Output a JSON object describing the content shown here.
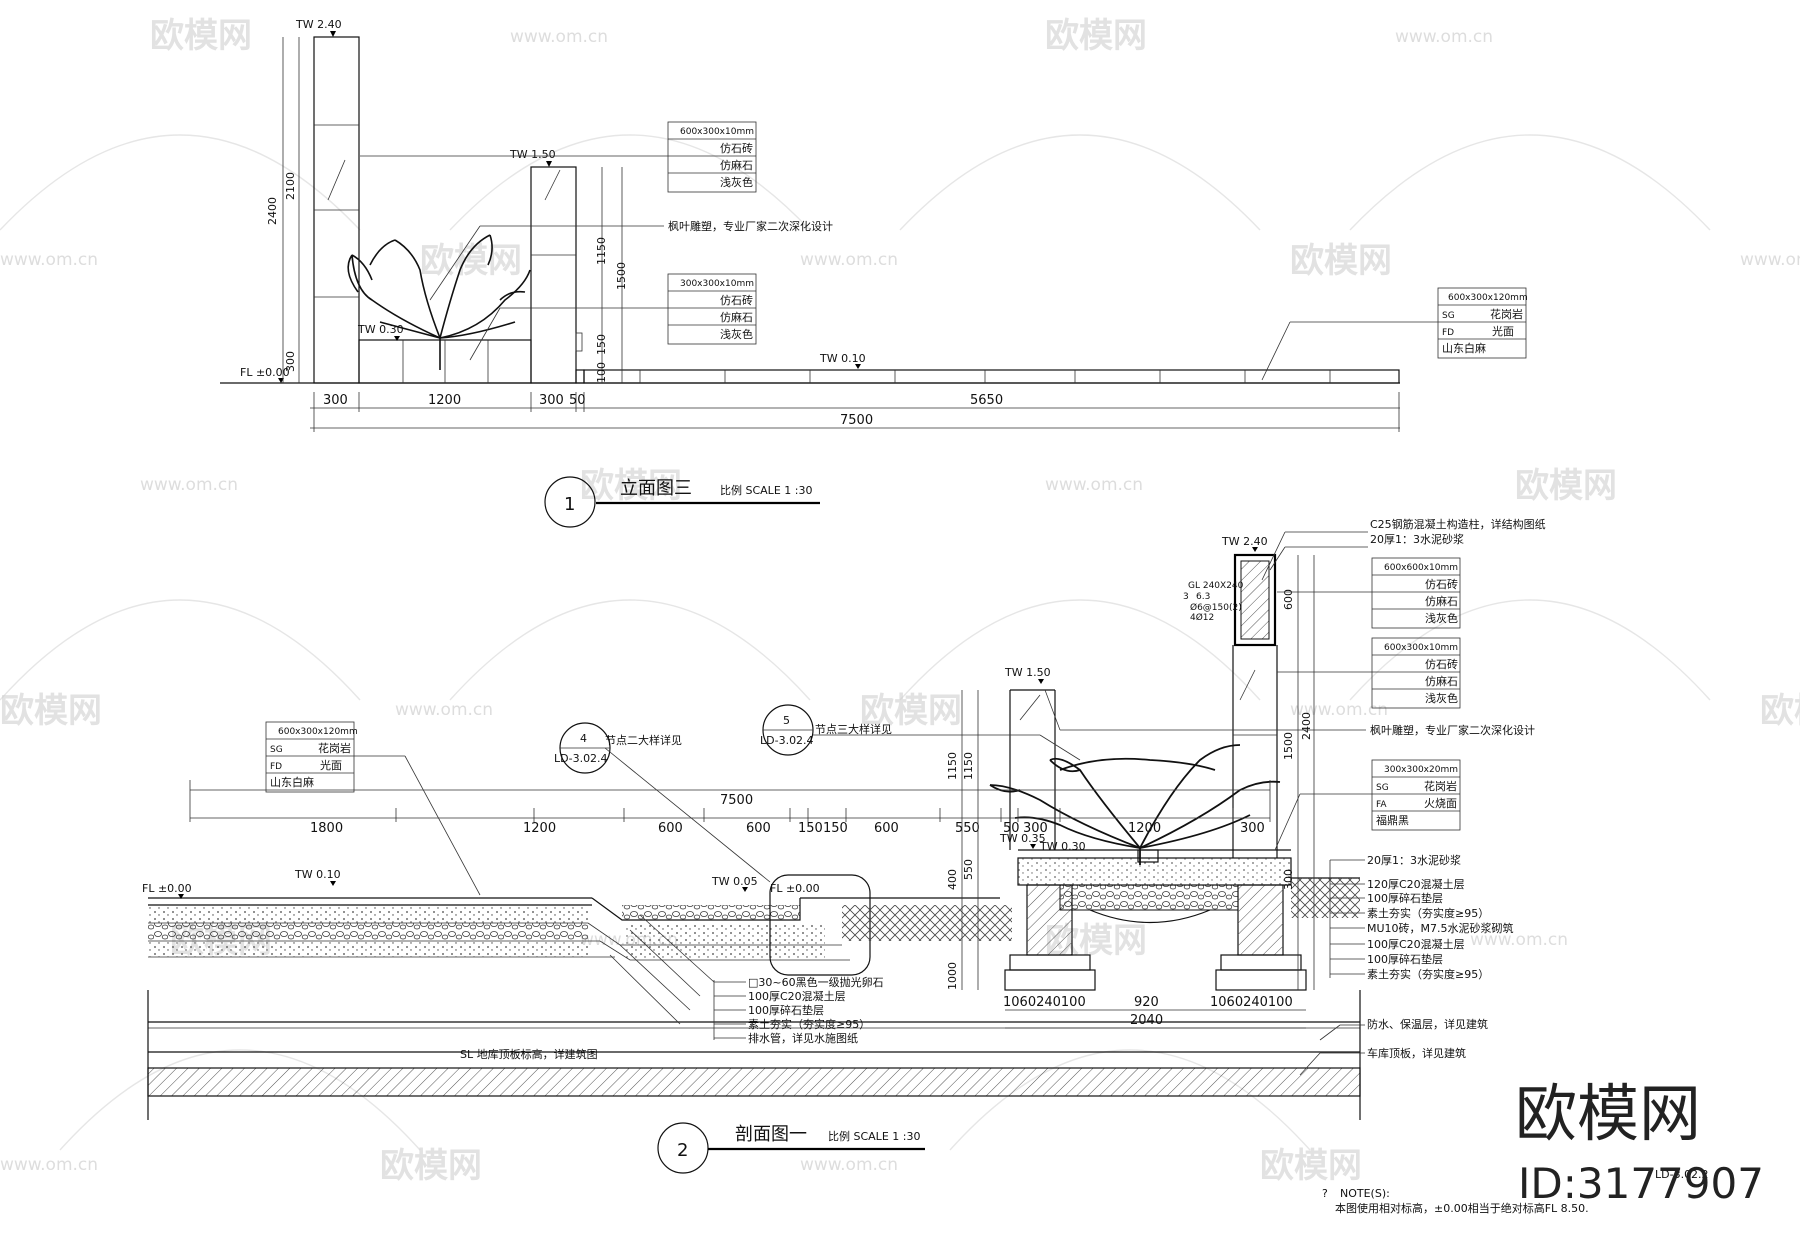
{
  "elev": {
    "tw240": "TW 2.40",
    "tw150": "TW 1.50",
    "tw030": "TW 0.30",
    "tw010": "TW 0.10",
    "fl000": "FL ±0.00",
    "v2400": "2400",
    "v2100": "2100",
    "v300": "300",
    "v1150": "1150",
    "v1500": "1500",
    "v100": "100",
    "v150": "150",
    "d300a": "300",
    "d1200": "1200",
    "d300b": "300",
    "d50": "50",
    "d5650": "5650",
    "d7500": "7500",
    "tag1_spec": "600x300x10mm",
    "tag1_r1": "仿石砖",
    "tag1_r2": "仿麻石",
    "tag1_r3": "浅灰色",
    "sculpture": "枫叶雕塑，专业厂家二次深化设计",
    "tag2_spec": "300x300x10mm",
    "tag2_r1": "仿石砖",
    "tag2_r2": "仿麻石",
    "tag2_r3": "浅灰色",
    "tag3_spec": "600x300x120mm",
    "tag3_a1": "SG",
    "tag3_b1": "花岗岩",
    "tag3_a2": "FD",
    "tag3_b2": "光面",
    "tag3_r3": "山东白麻",
    "num": "1",
    "title": "立面图三",
    "scale": "比例 SCALE 1 :30"
  },
  "sect": {
    "tagL_spec": "600x300x120mm",
    "tagL_a1": "SG",
    "tagL_b1": "花岗岩",
    "tagL_a2": "FD",
    "tagL_b2": "光面",
    "tagL_r3": "山东白麻",
    "node4_num": "4",
    "node4_ref": "LD-3.02.4",
    "node4_label": "节点二大样详见",
    "node5_num": "5",
    "node5_ref": "LD-3.02.4",
    "node5_label": "节点三大样详见",
    "d7500": "7500",
    "d1800": "1800",
    "d1200": "1200",
    "d600a": "600",
    "d600b": "600",
    "d150a": "150",
    "d150b": "150",
    "d600c": "600",
    "d550": "550",
    "d50": "50",
    "d300a": "300",
    "d1200b": "1200",
    "d300b": "300",
    "tw010": "TW 0.10",
    "fl000": "FL ±0.00",
    "tw005": "TW 0.05",
    "fl000b": "FL ±0.00",
    "tw035": "TW 0.35",
    "tw030": "TW 0.30",
    "tw150": "TW 1.50",
    "tw240": "TW 2.40",
    "v1150a": "1150",
    "v1150b": "1150",
    "v1500": "1500",
    "v2400": "2400",
    "v600": "600",
    "v400": "400",
    "v300": "300",
    "v550": "550",
    "v1000": "1000",
    "d920": "920",
    "d2040": "2040",
    "dL": "1060240100",
    "dR": "1060240100",
    "c1": "C25钢筋混凝土构造柱，详结构图纸",
    "c2": "20厚1：3水泥砂浆",
    "col1": "3",
    "col2": "6.3",
    "col3": "Ø6@150(2)",
    "col4": "4Ø12",
    "col5": "GL 240X240",
    "tagA_spec": "600x600x10mm",
    "tagA_r1": "仿石砖",
    "tagA_r2": "仿麻石",
    "tagA_r3": "浅灰色",
    "tagB_spec": "600x300x10mm",
    "tagB_r1": "仿石砖",
    "tagB_r2": "仿麻石",
    "tagB_r3": "浅灰色",
    "sculpture": "枫叶雕塑，专业厂家二次深化设计",
    "tagC_spec": "300x300x20mm",
    "tagC_a1": "SG",
    "tagC_b1": "花岗岩",
    "tagC_a2": "FA",
    "tagC_b2": "火烧面",
    "tagC_r3": "福鼎黑",
    "r1": "20厚1：3水泥砂浆",
    "r2": "120厚C20混凝土层",
    "r3": "100厚碎石垫层",
    "r4": "素土夯实（夯实度≥95）",
    "r5": "MU10砖，M7.5水泥砂浆砌筑",
    "r6": "100厚C20混凝土层",
    "r7": "100厚碎石垫层",
    "r8": "素土夯实（夯实度≥95）",
    "r9": "防水、保温层，详见建筑",
    "r10": "车库顶板，详见建筑",
    "m1": "□30~60黑色一级抛光卵石",
    "m2": "100厚C20混凝土层",
    "m3": "100厚碎石垫层",
    "m4": "素土夯实（夯实度≥95）",
    "m5": "排水管，详见水施图纸",
    "sl": "SL 地库顶板标高，详建筑图",
    "num": "2",
    "title": "剖面图一",
    "scale": "比例 SCALE 1 :30",
    "sheet": "LD-3.02.2"
  },
  "note": {
    "q": "?",
    "head": "NOTE(S):",
    "body": "本图使用相对标高，±0.00相当于绝对标高FL 8.50."
  },
  "watermark": {
    "logo": "欧模网",
    "url": "www.om.cn",
    "big": "欧模网",
    "id": "ID:3177907"
  }
}
